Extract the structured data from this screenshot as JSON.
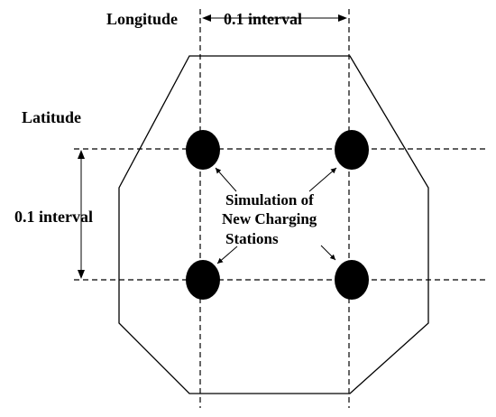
{
  "labels": {
    "longitude": "Longitude",
    "latitude": "Latitude",
    "top_interval": "0.1 interval",
    "left_interval": "0.1 interval",
    "stations_label_line1": "Simulation of",
    "stations_label_line2": "New Charging",
    "stations_label_line3": "Stations"
  },
  "colors": {
    "line": "#000000",
    "station": "#000000",
    "background": "#ffffff"
  },
  "stations": [
    {
      "id": "station-top-left"
    },
    {
      "id": "station-top-right"
    },
    {
      "id": "station-bottom-left"
    },
    {
      "id": "station-bottom-right"
    }
  ]
}
